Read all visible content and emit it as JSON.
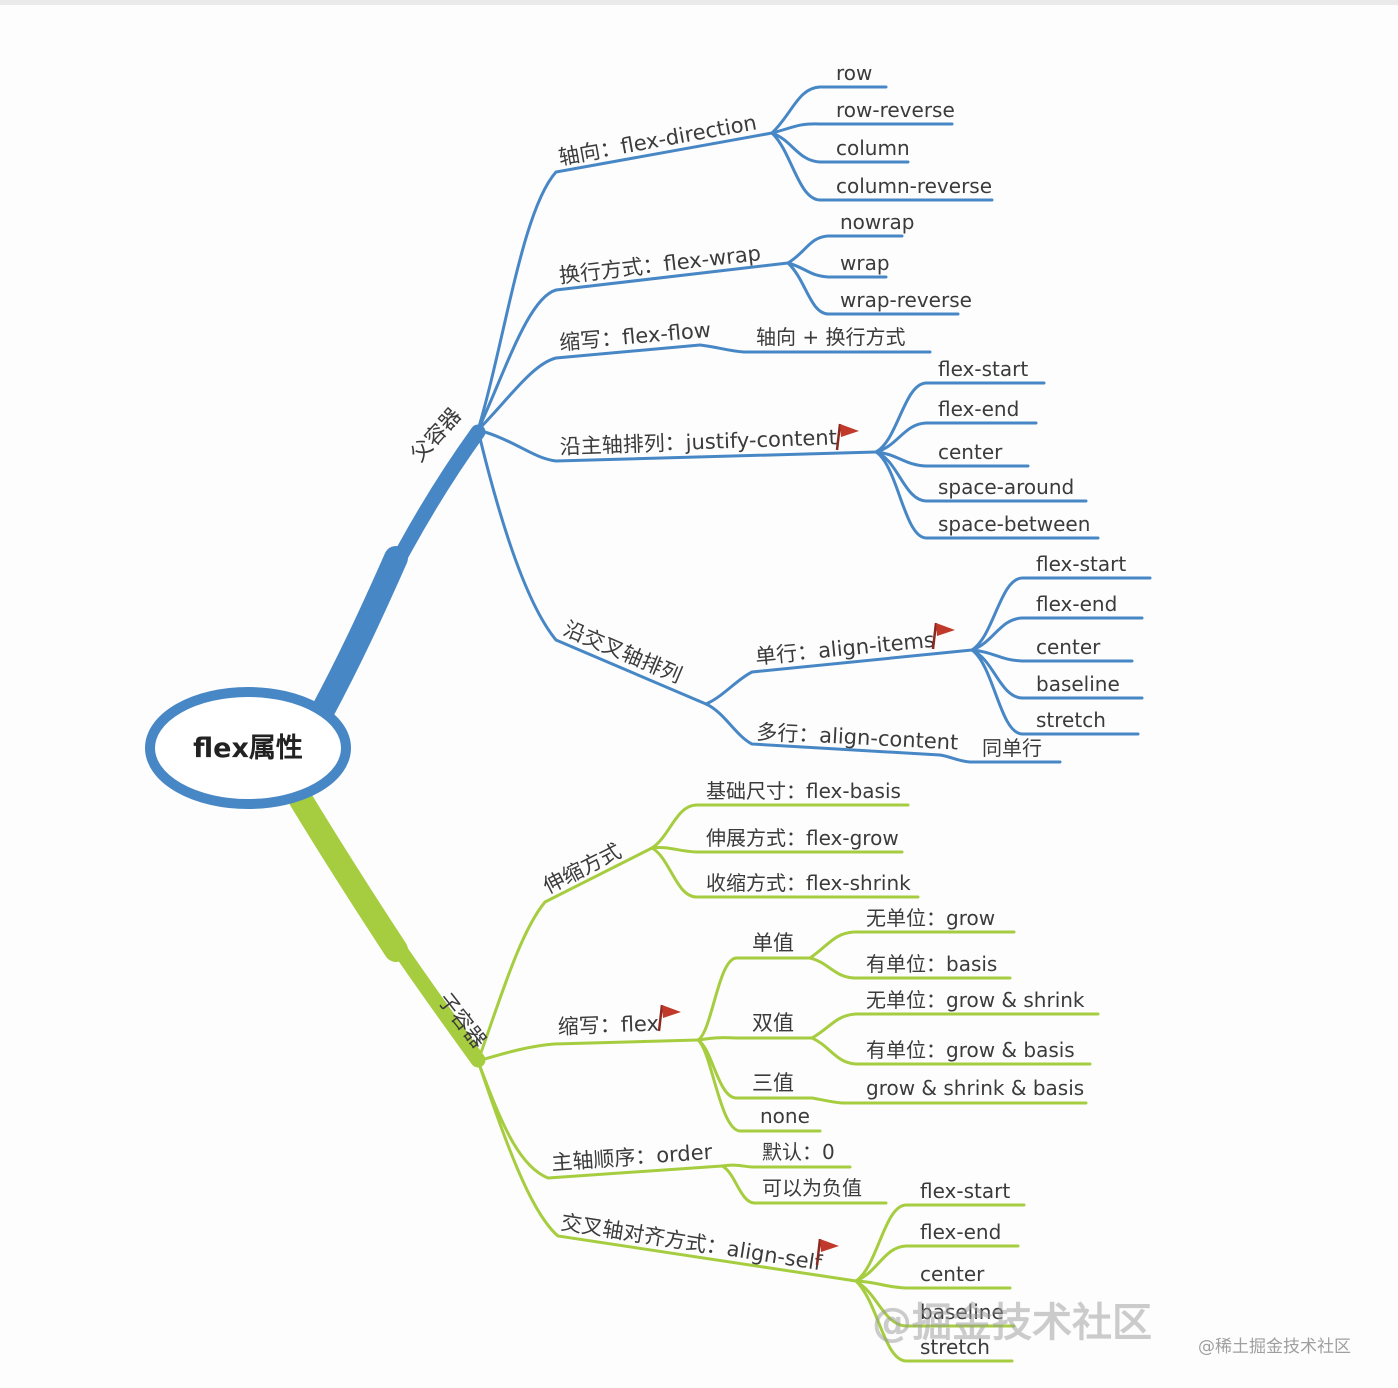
{
  "colors": {
    "blue": "#4887c5",
    "green": "#a5cd3f",
    "text": "#3b3b3b",
    "flag": "#c0392b"
  },
  "root": {
    "label": "flex属性"
  },
  "parent": {
    "label": "父容器",
    "direction": {
      "label": "轴向：flex-direction",
      "values": [
        "row",
        "row-reverse",
        "column",
        "column-reverse"
      ]
    },
    "wrap": {
      "label": "换行方式：flex-wrap",
      "values": [
        "nowrap",
        "wrap",
        "wrap-reverse"
      ]
    },
    "flow": {
      "label": "缩写：flex-flow",
      "note": "轴向 + 换行方式"
    },
    "justify": {
      "label": "沿主轴排列：justify-content",
      "values": [
        "flex-start",
        "flex-end",
        "center",
        "space-around",
        "space-between"
      ]
    },
    "cross": {
      "label": "沿交叉轴排列",
      "items": {
        "label": "单行：align-items",
        "values": [
          "flex-start",
          "flex-end",
          "center",
          "baseline",
          "stretch"
        ]
      },
      "content": {
        "label": "多行：align-content",
        "note": "同单行"
      }
    }
  },
  "child": {
    "label": "子容器",
    "stretch": {
      "label": "伸缩方式",
      "values": [
        "基础尺寸：flex-basis",
        "伸展方式：flex-grow",
        "收缩方式：flex-shrink"
      ]
    },
    "shorthand": {
      "label": "缩写：flex",
      "single": {
        "label": "单值",
        "values": [
          "无单位：grow",
          "有单位：basis"
        ]
      },
      "double": {
        "label": "双值",
        "values": [
          "无单位：grow & shrink",
          "有单位：grow & basis"
        ]
      },
      "triple": {
        "label": "三值",
        "note": "grow & shrink & basis"
      },
      "none_label": "none"
    },
    "order": {
      "label": "主轴顺序：order",
      "values": [
        "默认：0",
        "可以为负值"
      ]
    },
    "self": {
      "label": "交叉轴对齐方式：align-self",
      "values": [
        "flex-start",
        "flex-end",
        "center",
        "baseline",
        "stretch"
      ]
    }
  },
  "watermarks": {
    "large": "@掘金技术社区",
    "small": "@稀土掘金技术社区"
  }
}
